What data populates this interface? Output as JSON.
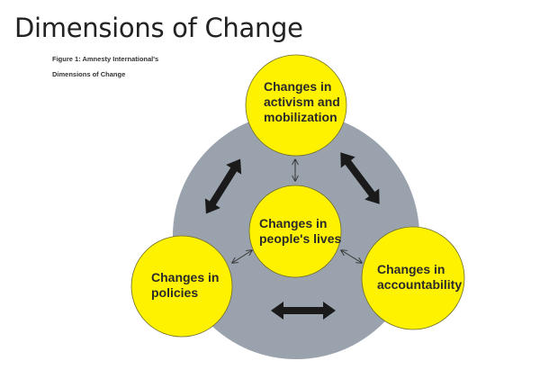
{
  "slide": {
    "title": "Dimensions of Change",
    "caption_line1": "Figure 1: Amnesty International's",
    "caption_line2": "Dimensions of Change"
  },
  "diagram": {
    "center": {
      "line1": "Changes in",
      "line2": "people's lives"
    },
    "top": {
      "line1": "Changes in",
      "line2": "activism and",
      "line3": "mobilization"
    },
    "left": {
      "line1": "Changes in",
      "line2": "policies"
    },
    "right": {
      "line1": "Changes in",
      "line2": "accountability"
    },
    "colors": {
      "circle": "#fff200",
      "disc": "#9aa3ad",
      "arrow": "#1a1a1a"
    }
  }
}
